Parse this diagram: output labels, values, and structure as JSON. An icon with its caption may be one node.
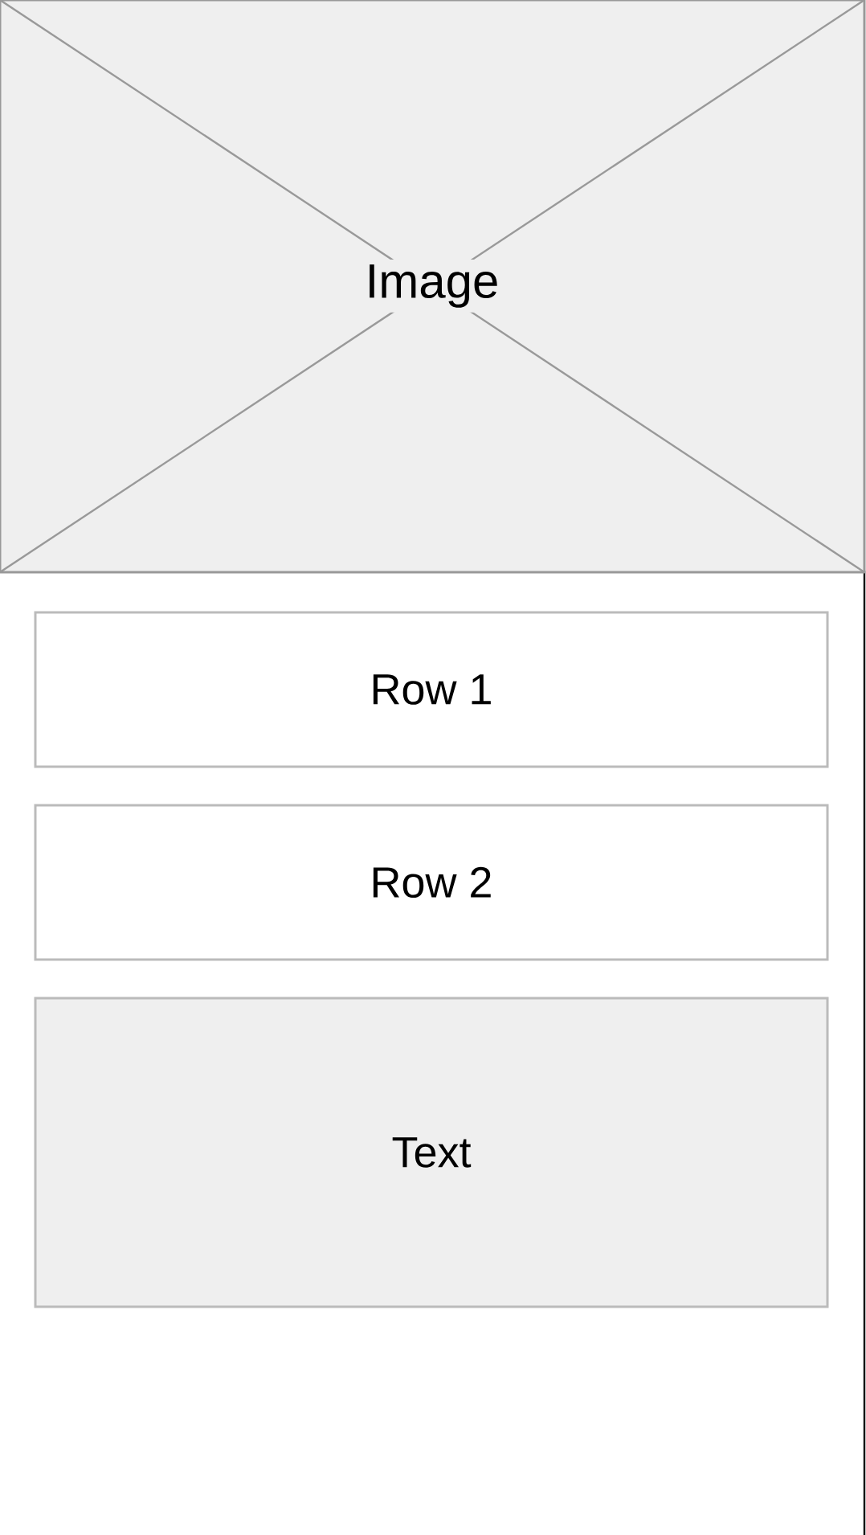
{
  "diagram": {
    "nodes": [
      {
        "text": [
          "Image"
        ]
      },
      {
        "text": [
          "Row 1"
        ]
      },
      {
        "text": [
          "Row 2"
        ]
      },
      {
        "text": [
          "Text"
        ]
      }
    ]
  }
}
